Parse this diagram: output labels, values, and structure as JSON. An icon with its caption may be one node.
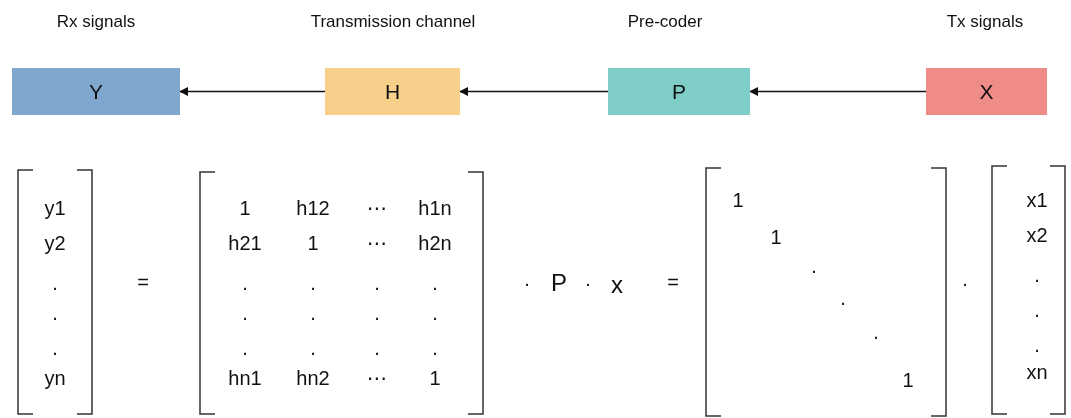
{
  "diagram": {
    "nodes": [
      {
        "text": [
          "Y"
        ],
        "beside": [
          "Rx signals"
        ]
      },
      {
        "text": [
          "H"
        ],
        "beside": [
          "Transmission channel"
        ]
      },
      {
        "text": [
          "P"
        ],
        "beside": [
          "Pre-coder"
        ]
      },
      {
        "text": [
          "X"
        ],
        "beside": [
          "Tx signals"
        ]
      }
    ],
    "edges": [
      {
        "from": 3,
        "to": 2,
        "arrow": "to"
      },
      {
        "from": 2,
        "to": 1,
        "arrow": "to"
      },
      {
        "from": 1,
        "to": 0,
        "arrow": "to"
      }
    ],
    "labels": [
      "y1",
      "y2",
      ".",
      ".",
      ".",
      "yn",
      "=",
      "1",
      "h12",
      "⋯",
      "h1n",
      "h21",
      "1",
      "⋯",
      "h2n",
      ".",
      ".",
      ".",
      ".",
      ".",
      ".",
      ".",
      ".",
      ".",
      ".",
      ".",
      ".",
      "hn1",
      "hn2",
      "⋯",
      "1",
      "·",
      "P",
      "·",
      "x",
      "=",
      "1",
      "1",
      ".",
      ".",
      ".",
      "1",
      "·",
      "x1",
      "x2",
      ".",
      ".",
      ".",
      "xn"
    ]
  }
}
